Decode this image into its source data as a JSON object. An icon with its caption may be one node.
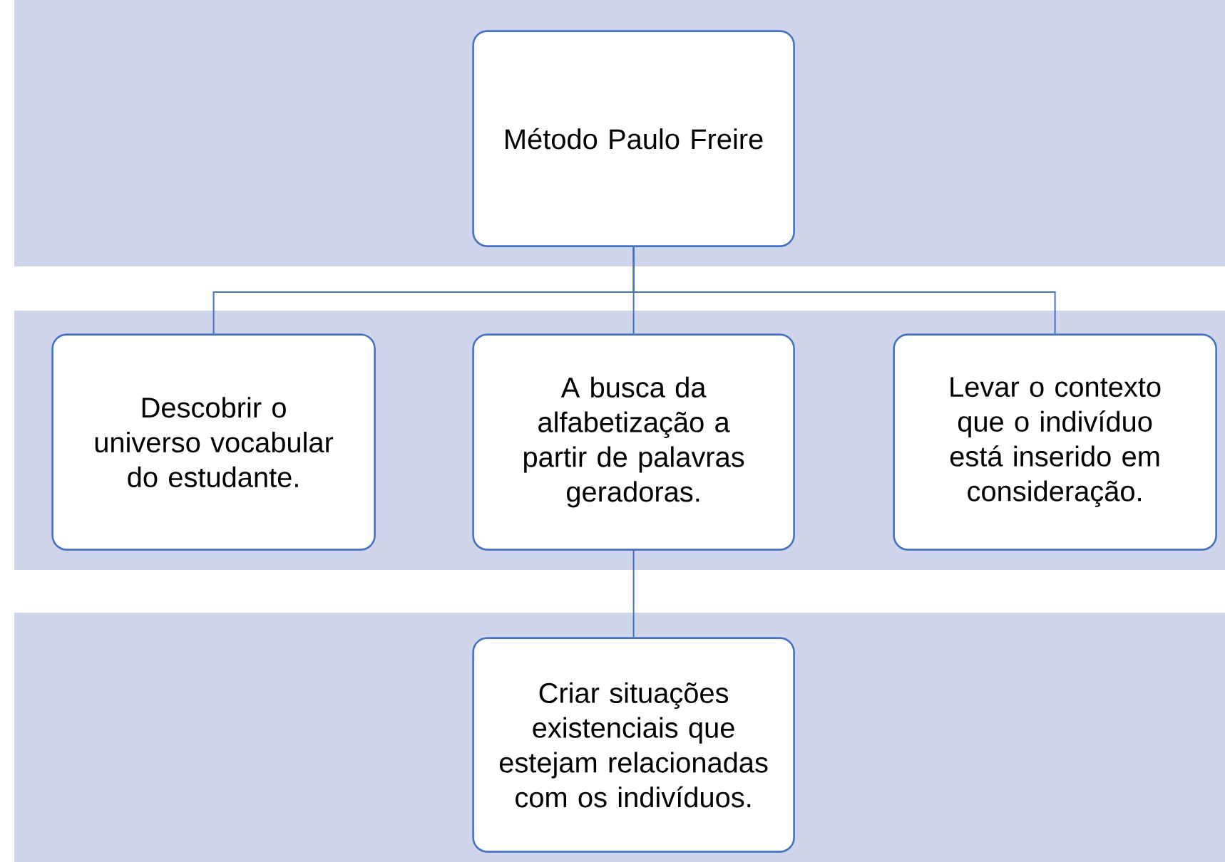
{
  "diagram": {
    "nodes": [
      {
        "text": [],
        "shape": "band"
      },
      {
        "text": [
          "Método Paulo Freire"
        ],
        "in": 0
      },
      {
        "text": [],
        "shape": "band"
      },
      {
        "text": [
          "Descobrir o universo vocabular do estudante."
        ],
        "in": 2
      },
      {
        "text": [
          "A busca da alfabetização a partir de palavras geradoras."
        ],
        "in": 2
      },
      {
        "text": [
          "Levar o contexto que o indivíduo está inserido em consideração."
        ],
        "in": 2
      },
      {
        "text": [],
        "shape": "band"
      },
      {
        "text": [
          "Criar situações existenciais que estejam relacionadas com os indivíduos."
        ],
        "in": 6
      }
    ],
    "edges": [
      {
        "from": 1,
        "to": 3,
        "arrow": "none"
      },
      {
        "from": 1,
        "to": 4,
        "arrow": "none"
      },
      {
        "from": 1,
        "to": 5,
        "arrow": "none"
      },
      {
        "from": 4,
        "to": 7,
        "arrow": "none"
      }
    ]
  }
}
